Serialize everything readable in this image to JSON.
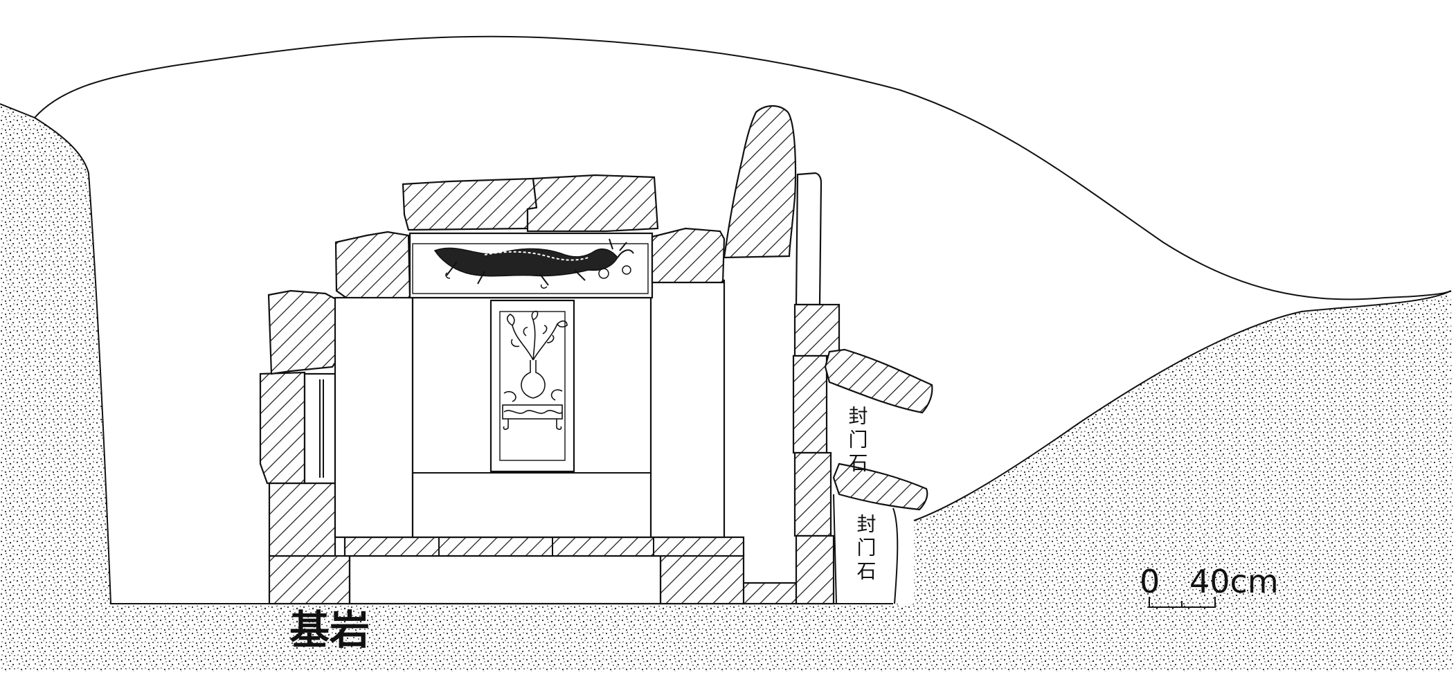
{
  "labels": {
    "bedrock": "基岩",
    "seal_stone_upper": "封门石",
    "seal_stone_lower": "封门石"
  },
  "scale_bar": {
    "start": "0",
    "end": "40cm"
  },
  "colors": {
    "ink": "#111111",
    "paper": "#ffffff"
  }
}
